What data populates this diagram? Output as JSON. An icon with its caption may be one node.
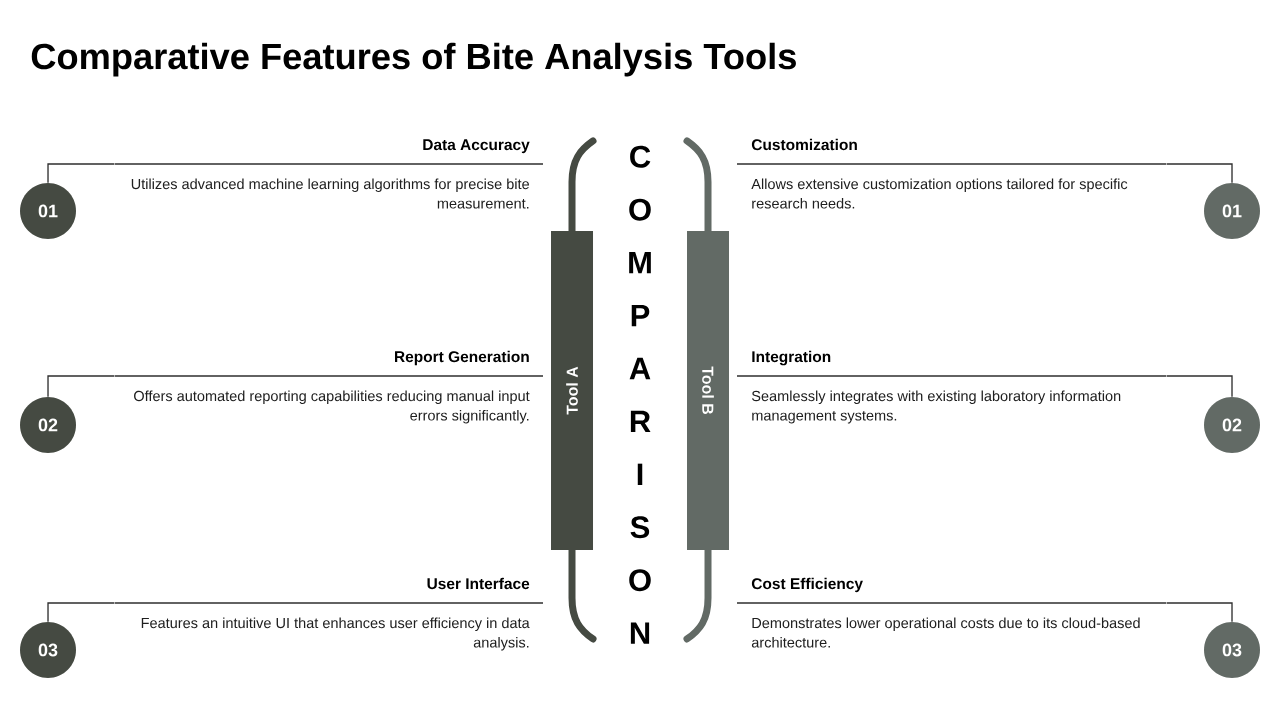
{
  "diagram": {
    "title": "Comparative Features of Bite Analysis Tools",
    "nodes": [
      {
        "text": [
          "01"
        ]
      },
      {
        "text": [
          "Data Accuracy",
          "Utilizes advanced machine learning algorithms for precise bite measurement."
        ]
      },
      {
        "text": [
          "02"
        ]
      },
      {
        "text": [
          "Report Generation",
          "Offers automated reporting capabilities reducing manual input errors significantly."
        ]
      },
      {
        "text": [
          "03"
        ]
      },
      {
        "text": [
          "User Interface",
          "Features an intuitive UI that enhances user efficiency in data analysis."
        ]
      },
      {
        "text": [
          "Tool A"
        ]
      },
      {
        "text": [
          "Tool B"
        ]
      },
      {
        "text": [
          "Customization",
          "Allows extensive customization options tailored for specific research needs."
        ]
      },
      {
        "text": [
          "01"
        ]
      },
      {
        "text": [
          "Integration",
          "Seamlessly integrates with existing laboratory information management systems."
        ]
      },
      {
        "text": [
          "02"
        ]
      },
      {
        "text": [
          "Cost Efficiency",
          "Demonstrates lower operational costs due to its cloud-based architecture."
        ]
      },
      {
        "text": [
          "03"
        ]
      }
    ],
    "edges": [
      {
        "from": 0,
        "to": 1,
        "arrow": "none"
      },
      {
        "from": 2,
        "to": 3,
        "arrow": "none"
      },
      {
        "from": 4,
        "to": 5,
        "arrow": "none"
      },
      {
        "from": 9,
        "to": 8,
        "arrow": "none"
      },
      {
        "from": 11,
        "to": 10,
        "arrow": "none"
      },
      {
        "from": 13,
        "to": 12,
        "arrow": "none"
      }
    ],
    "labels": [
      "COMPARISON"
    ]
  }
}
